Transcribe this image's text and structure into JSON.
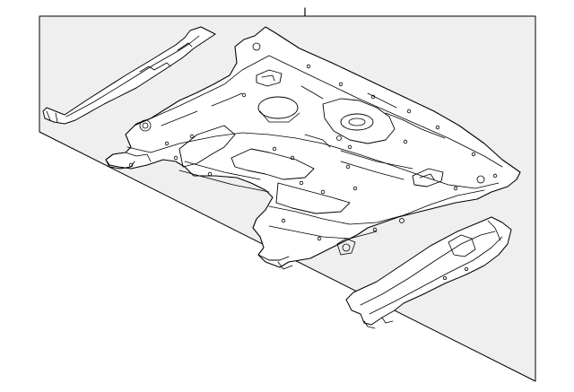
{
  "diagram": {
    "colors": {
      "background": "#ffffff",
      "panel_fill": "#efefef",
      "part_fill": "#ffffff",
      "stroke": "#000000"
    },
    "parts": [
      {
        "name": "floor-pan-assembly"
      },
      {
        "name": "left-side-rail"
      },
      {
        "name": "right-side-rail"
      }
    ]
  }
}
